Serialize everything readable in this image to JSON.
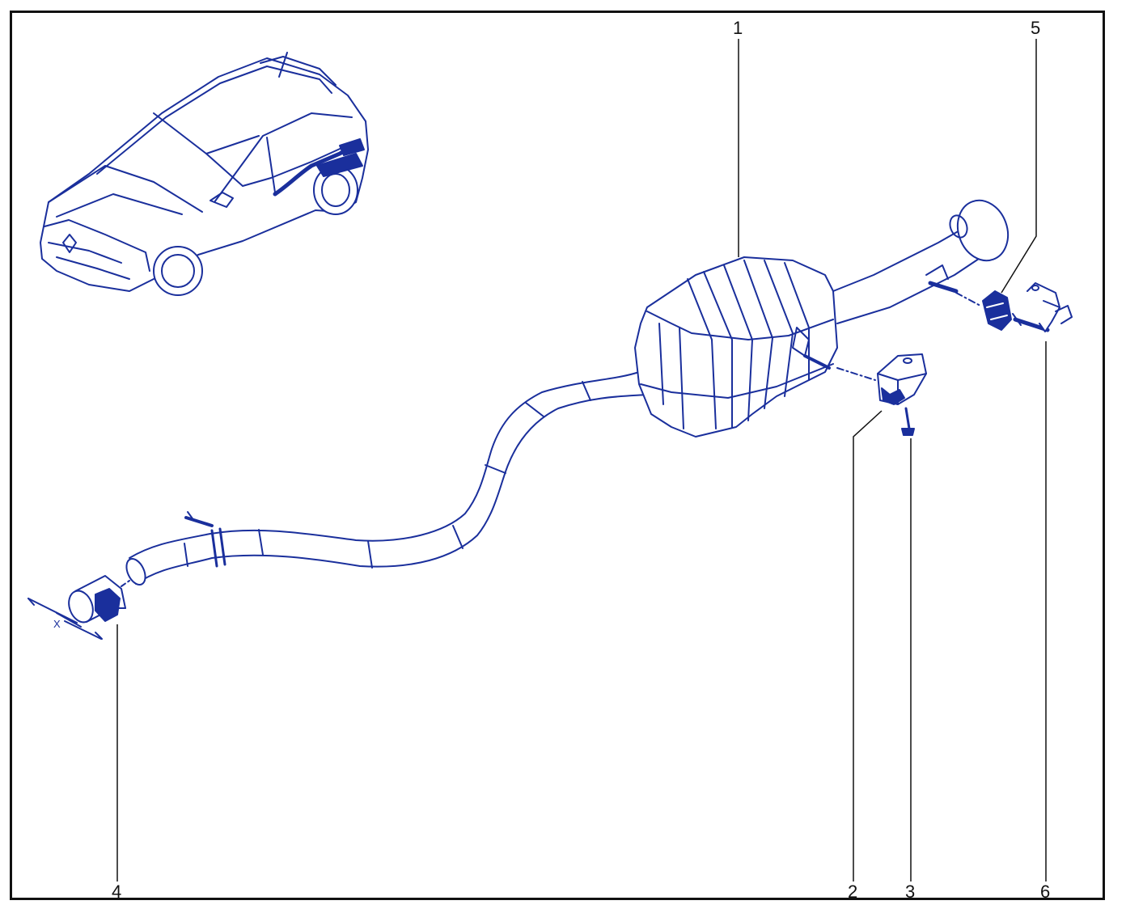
{
  "colors": {
    "line": "#1a2f9c",
    "fill": "#ffffff",
    "frame": "#111111",
    "text": "#111111"
  },
  "callouts": [
    {
      "id": "1",
      "label": "1"
    },
    {
      "id": "2",
      "label": "2"
    },
    {
      "id": "3",
      "label": "3"
    },
    {
      "id": "4",
      "label": "4"
    },
    {
      "id": "5",
      "label": "5"
    },
    {
      "id": "6",
      "label": "6"
    }
  ],
  "dimension": {
    "label": "X"
  }
}
